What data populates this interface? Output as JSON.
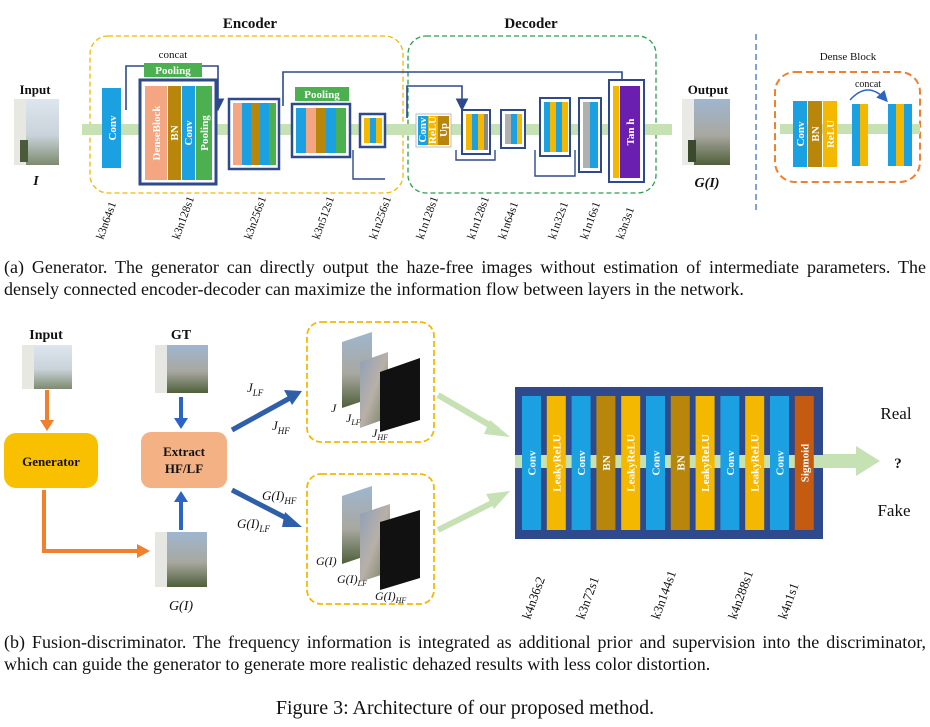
{
  "generator": {
    "encoder_title": "Encoder",
    "decoder_title": "Decoder",
    "input_label": "Input",
    "input_symbol": "I",
    "output_label": "Output",
    "output_symbol": "G(I)",
    "concat_label": "concat",
    "pooling_label": "Pooling",
    "conv_label": "Conv",
    "denseblock_label": "DenseBlock",
    "bn_label": "BN",
    "up_label": "Up",
    "relu_label": "ReLU",
    "tanh_label": "Tan h",
    "layer_specs": [
      "k3n64s1",
      "k3n128s1",
      "k3n256s1",
      "k3n512s1",
      "k1n256s1",
      "k1n128s1",
      "k1n128s1",
      "k1n64s1",
      "k1n32s1",
      "k1n16s1",
      "k3n3s1"
    ],
    "dense_block": {
      "title": "Dense Block",
      "concat": "concat",
      "conv": "Conv",
      "bn": "BN",
      "relu": "ReLU"
    }
  },
  "caption_a": "(a) Generator. The generator can directly output the haze-free images without estimation of intermediate parameters. The densely connected encoder-decoder can maximize the information flow between layers in the network.",
  "discriminator": {
    "input_label": "Input",
    "gt_label": "GT",
    "generator_label": "Generator",
    "extract_line1": "Extract",
    "extract_line2": "HF/LF",
    "gi_label": "G(I)",
    "j_lf": "J_LF",
    "j_hf": "J_HF",
    "gi_hf": "G(I)_HF",
    "gi_lf": "G(I)_LF",
    "stack_top": [
      "J",
      "J_LF",
      "J_HF"
    ],
    "stack_bottom": [
      "G(I)",
      "G(I)_LF",
      "G(I)_HF"
    ],
    "layers": [
      "Conv",
      "LeakyReLU",
      "Conv",
      "BN",
      "LeakyReLU",
      "Conv",
      "BN",
      "LeakyReLU",
      "Conv",
      "LeakyReLU",
      "Conv",
      "Sigmoid"
    ],
    "specs": [
      "k4n36s2",
      "k3n72s1",
      "k3n144s1",
      "k4n288s1",
      "k4n1s1"
    ],
    "real": "Real",
    "question": "?",
    "fake": "Fake"
  },
  "caption_b": "(b) Fusion-discriminator. The frequency information is integrated as additional prior and supervision into the discriminator, which can guide the generator to generate more realistic dehazed results with less color distortion.",
  "figure_caption": "Figure 3: Architecture of our proposed method.",
  "colors": {
    "conv": "#1ba1e2",
    "bn": "#b8860b",
    "relu": "#f5b800",
    "pool": "#4caf50",
    "dense": "#f4a582",
    "tanh": "#6a1fb0",
    "flow": "#c6e2b5",
    "dark_blue": "#2e4a8c",
    "orange": "#f07f2e",
    "generator_fill": "#f9c000",
    "extract_fill": "#f4b183",
    "sigmoid": "#c55a11"
  }
}
